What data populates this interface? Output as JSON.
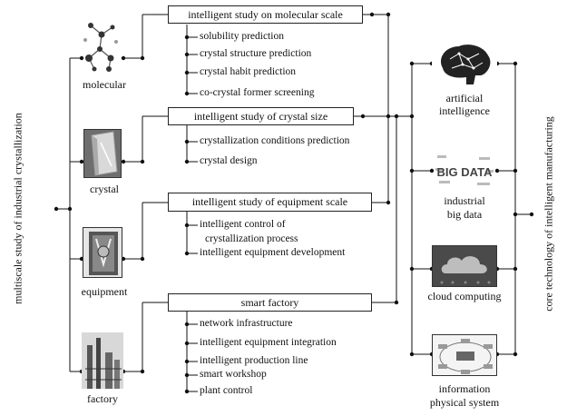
{
  "side_left": "multiscale study of industrial crystallization",
  "side_right": "core technology of intelligent manufacturing",
  "scales": [
    {
      "label": "molecular",
      "icon": "molecule-structure-image"
    },
    {
      "label": "crystal",
      "icon": "crystal-image"
    },
    {
      "label": "equipment",
      "icon": "crystallizer-equipment-image"
    },
    {
      "label": "factory",
      "icon": "factory-image"
    }
  ],
  "studies": [
    {
      "title": "intelligent study on molecular scale",
      "items": [
        "solubility prediction",
        "crystal structure prediction",
        "crystal habit prediction",
        "co-crystal former screening"
      ]
    },
    {
      "title": "intelligent study of crystal size",
      "items": [
        "crystallization conditions prediction",
        "crystal design"
      ]
    },
    {
      "title": "intelligent study of equipment scale",
      "items": [
        "intelligent control of",
        "crystallization process",
        "intelligent equipment development"
      ]
    },
    {
      "title": "smart factory",
      "items": [
        "network infrastructure",
        "intelligent equipment integration",
        "intelligent production line",
        "smart workshop",
        "plant control"
      ]
    }
  ],
  "technologies": [
    {
      "label_line1": "artificial",
      "label_line2": "intelligence",
      "icon": "ai-brain-image"
    },
    {
      "label_line1": "industrial",
      "label_line2": "big data",
      "icon": "big-data-image"
    },
    {
      "label_line1": "cloud computing",
      "label_line2": "",
      "icon": "cloud-computing-image"
    },
    {
      "label_line1": "information",
      "label_line2": "physical system",
      "icon": "cyber-physical-system-image"
    }
  ],
  "icon_texts": {
    "big_data_word": "BIG DATA"
  }
}
